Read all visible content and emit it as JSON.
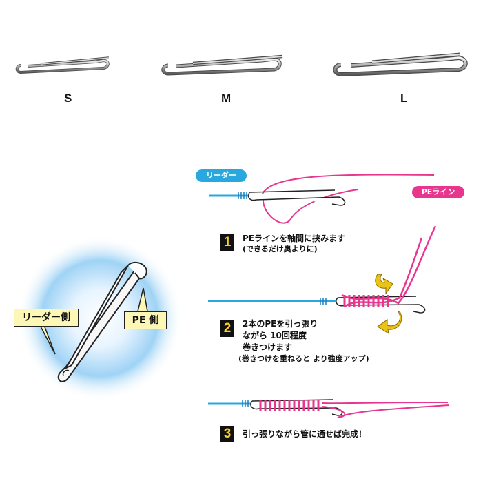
{
  "sizes": [
    "S",
    "M",
    "L"
  ],
  "tags": {
    "leader": "リーダー",
    "pe_line": "PEライン"
  },
  "callouts": {
    "leader_side": "リーダー側",
    "pe_side": "PE 側"
  },
  "steps": [
    {
      "number": "1",
      "lines": [
        "PEラインを軸間に挟みます",
        "(できるだけ奥よりに)"
      ]
    },
    {
      "number": "2",
      "lines": [
        "2本のPEを引っ張り",
        "ながら 10回程度",
        "巻きつけます",
        "(巻きつけを重ねると より強度アップ)"
      ]
    },
    {
      "number": "3",
      "lines": [
        "引っ張りながら管に通せば完成！"
      ]
    }
  ],
  "colors": {
    "leader_line": "#29a8e0",
    "pe_line": "#e8368f",
    "step_number_bg": "#111111",
    "step_number_fg": "#ffd21f",
    "callout_bg": "#fdf7b6",
    "arrow": "#e9c21a"
  }
}
